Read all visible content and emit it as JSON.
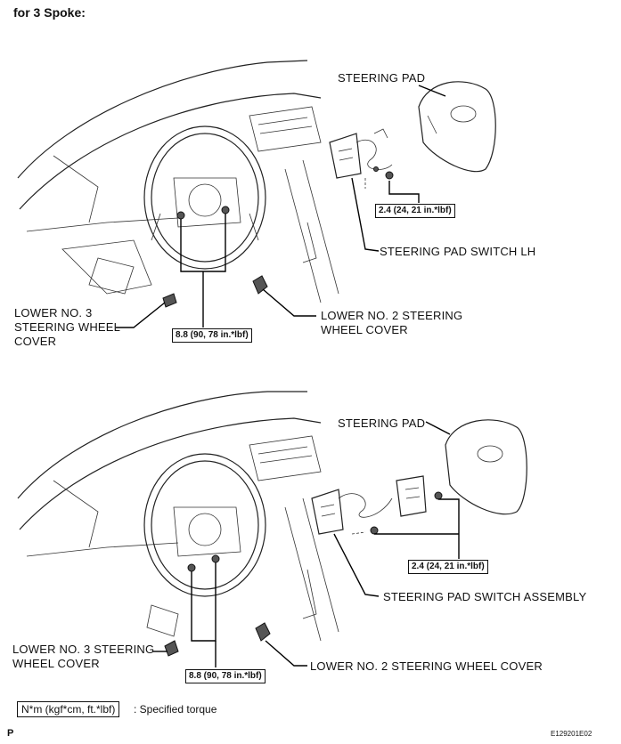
{
  "title": "for 3 Spoke:",
  "top_diagram": {
    "steering_pad": "STEERING PAD",
    "torque_pad": "2.4 (24, 21 in.*lbf)",
    "switch": "STEERING PAD SWITCH LH",
    "lower_no3": [
      "LOWER NO. 3",
      "STEERING WHEEL",
      "COVER"
    ],
    "lower_no2": [
      "LOWER NO. 2 STEERING",
      "WHEEL COVER"
    ],
    "torque_wheel": "8.8 (90, 78 in.*lbf)"
  },
  "bottom_diagram": {
    "steering_pad": "STEERING PAD",
    "torque_pad": "2.4 (24, 21 in.*lbf)",
    "switch": "STEERING PAD SWITCH ASSEMBLY",
    "lower_no3": [
      "LOWER NO. 3 STEERING",
      "WHEEL COVER"
    ],
    "lower_no2": "LOWER NO. 2 STEERING WHEEL COVER",
    "torque_wheel": "8.8 (90, 78 in.*lbf)"
  },
  "legend": {
    "box": "N*m (kgf*cm, ft.*lbf)",
    "text": ": Specified torque"
  },
  "footer": {
    "page_letter": "P",
    "figure_id": "E129201E02"
  }
}
